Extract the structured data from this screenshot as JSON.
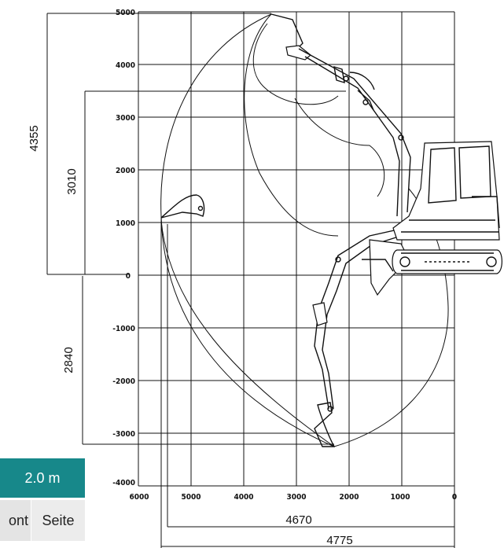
{
  "y_ticks": [
    "5000",
    "4000",
    "3000",
    "2000",
    "1000",
    "0",
    "-1000",
    "-2000",
    "-3000",
    "-4000"
  ],
  "x_ticks": [
    "6000",
    "5000",
    "4000",
    "3000",
    "2000",
    "1000",
    "0"
  ],
  "dimensions": {
    "left_outer": "4355",
    "left_inner": "3010",
    "left_lower": "2840",
    "bottom_inner": "4670",
    "bottom_outer": "4775"
  },
  "table": {
    "header": "2.0 m",
    "columns": [
      "ont",
      "Seite"
    ]
  },
  "colors": {
    "header_bg": "#17888a",
    "header_text": "#ffffff",
    "line": "#111111"
  }
}
